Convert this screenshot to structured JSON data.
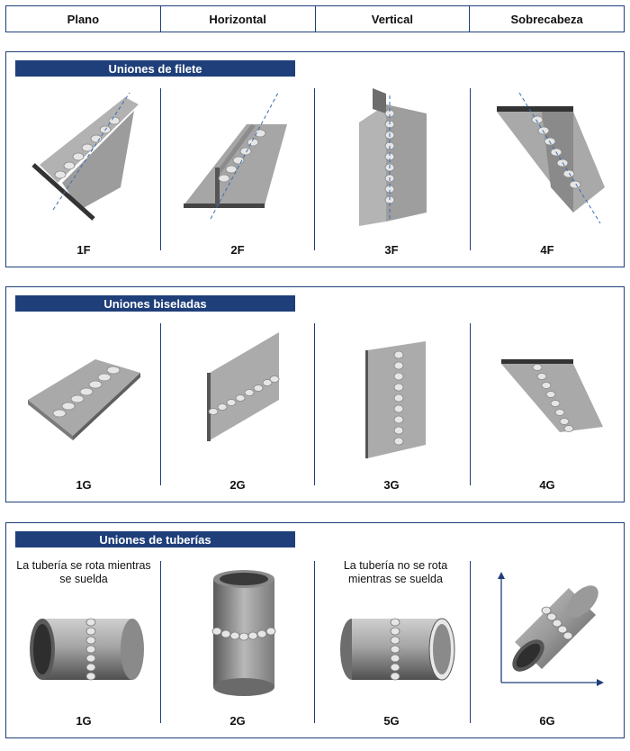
{
  "header": {
    "columns": [
      "Plano",
      "Horizontal",
      "Vertical",
      "Sobrecabeza"
    ]
  },
  "sections": {
    "fillet": {
      "title": "Uniones de filete",
      "labels": [
        "1F",
        "2F",
        "3F",
        "4F"
      ]
    },
    "groove": {
      "title": "Uniones biseladas",
      "labels": [
        "1G",
        "2G",
        "3G",
        "4G"
      ]
    },
    "pipe": {
      "title": "Uniones de tuberías",
      "labels": [
        "1G",
        "2G",
        "5G",
        "6G"
      ],
      "note_rotates": "La tubería se rota mientras se suelda",
      "note_fixed": "La tubería no se rota mientras se suelda"
    }
  },
  "colors": {
    "navy": "#1f3f7a",
    "plate": "#a9a9a9",
    "plate_dark": "#6d6d6d",
    "axis_blue": "#3a6fb0"
  }
}
